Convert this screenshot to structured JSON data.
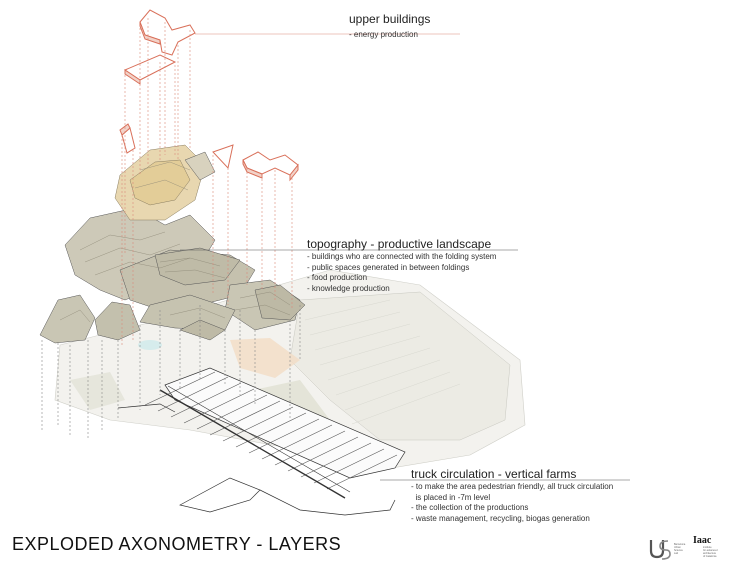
{
  "title": "EXPLODED AXONOMETRY - LAYERS",
  "layers": [
    {
      "title": "upper buildings",
      "notes": [
        "- energy production"
      ]
    },
    {
      "title": "topography - productive landscape",
      "notes": [
        "- buildings who are connected with the folding system",
        "- public spaces generated in between foldings",
        "- food production",
        "- knowledge production"
      ]
    },
    {
      "title": "truck circulation - vertical farms",
      "notes": [
        "- to make the area pedestrian friendly, all truck circulation",
        "  is placed in -7m level",
        "- the collection of the productions",
        "- waste management, recycling, biogas generation"
      ]
    }
  ],
  "logos": {
    "left_text": [
      "Barcelona",
      "Urban",
      "Science",
      "Lab"
    ],
    "right_mark": "Iaac",
    "right_text": [
      "institute",
      "for advanced",
      "architecture",
      "of Catalonia"
    ]
  },
  "colors": {
    "upper_outline": "#d9705a",
    "topography_fill": "#c9c6b4",
    "sandy_fill": "#e8d7b0",
    "leader_red": "#d98a7a",
    "leader_grey": "#888888"
  }
}
